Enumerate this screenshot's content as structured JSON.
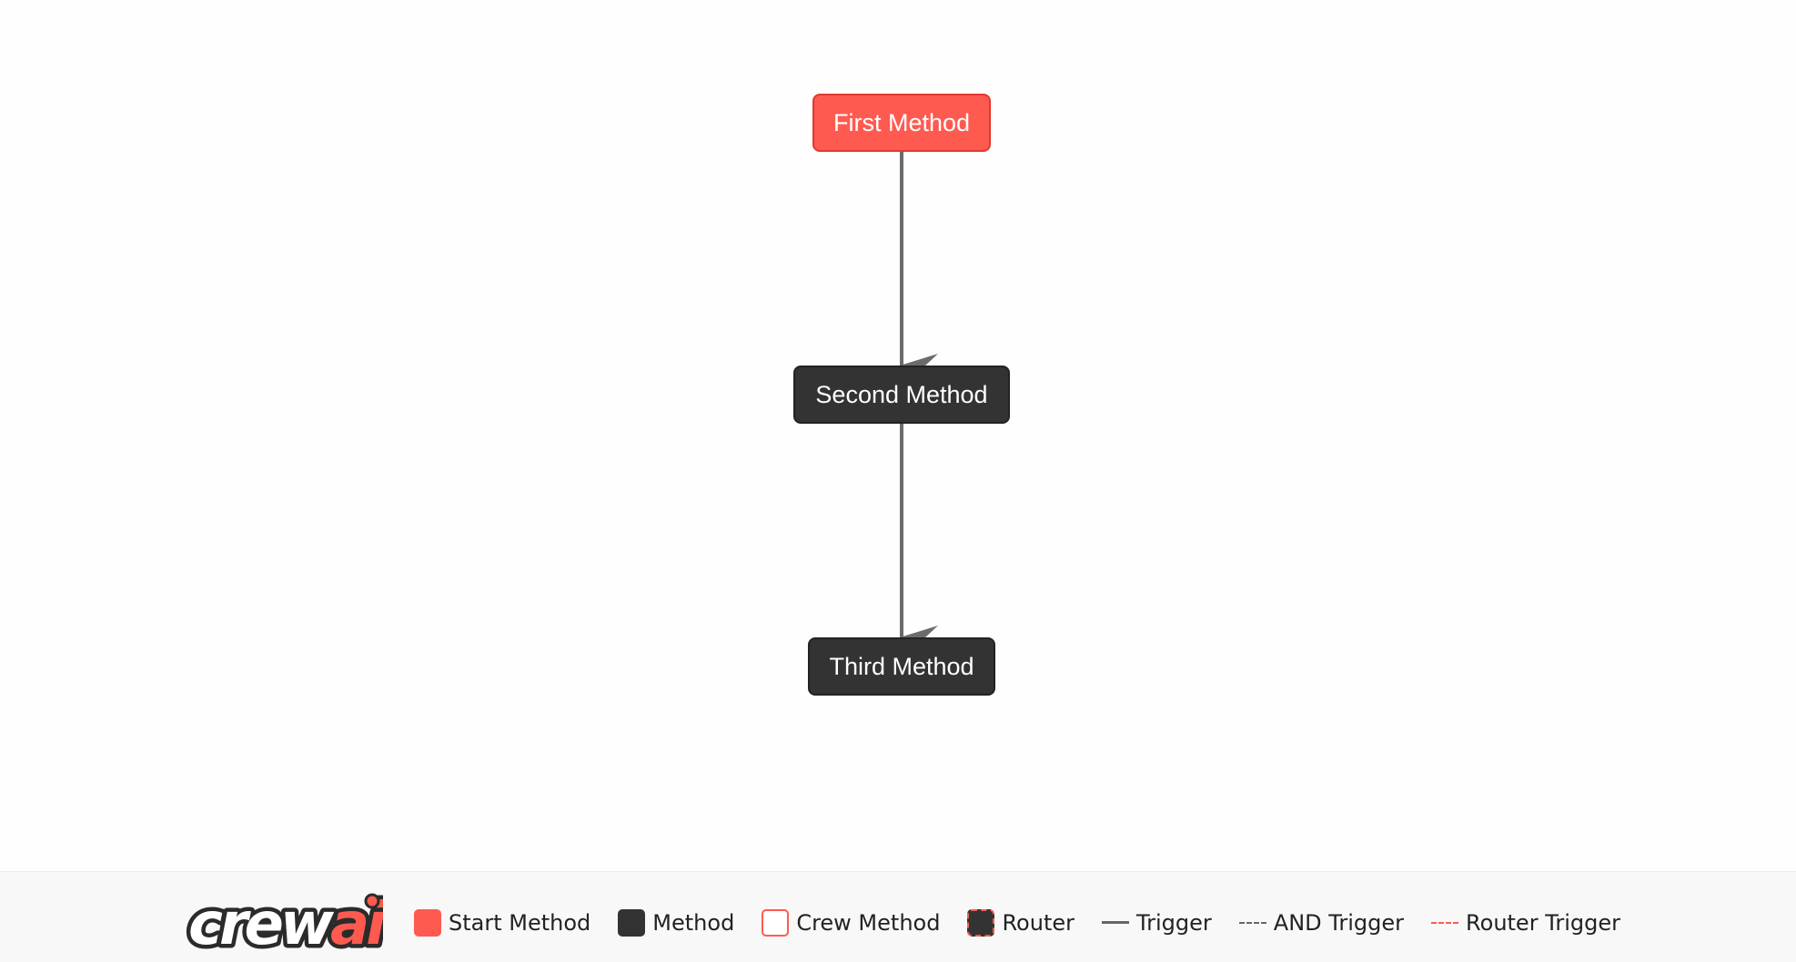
{
  "nodes": [
    {
      "id": "first",
      "label": "First Method",
      "kind": "start"
    },
    {
      "id": "second",
      "label": "Second Method",
      "kind": "method"
    },
    {
      "id": "third",
      "label": "Third Method",
      "kind": "method"
    }
  ],
  "edges": [
    {
      "from": "first",
      "to": "second",
      "kind": "trigger"
    },
    {
      "from": "second",
      "to": "third",
      "kind": "trigger"
    }
  ],
  "legend": {
    "logo": "crewai",
    "items": [
      {
        "label": "Start Method",
        "swatch": "start"
      },
      {
        "label": "Method",
        "swatch": "method"
      },
      {
        "label": "Crew Method",
        "swatch": "crew"
      },
      {
        "label": "Router",
        "swatch": "router"
      },
      {
        "label": "Trigger",
        "swatch": "trigger-line"
      },
      {
        "label": "AND Trigger",
        "swatch": "and-line"
      },
      {
        "label": "Router Trigger",
        "swatch": "router-line"
      }
    ]
  },
  "colors": {
    "start": "#ff5a50",
    "method": "#333333",
    "edge": "#666666",
    "background": "#fefefe",
    "legend_bg": "#f8f8f8"
  }
}
